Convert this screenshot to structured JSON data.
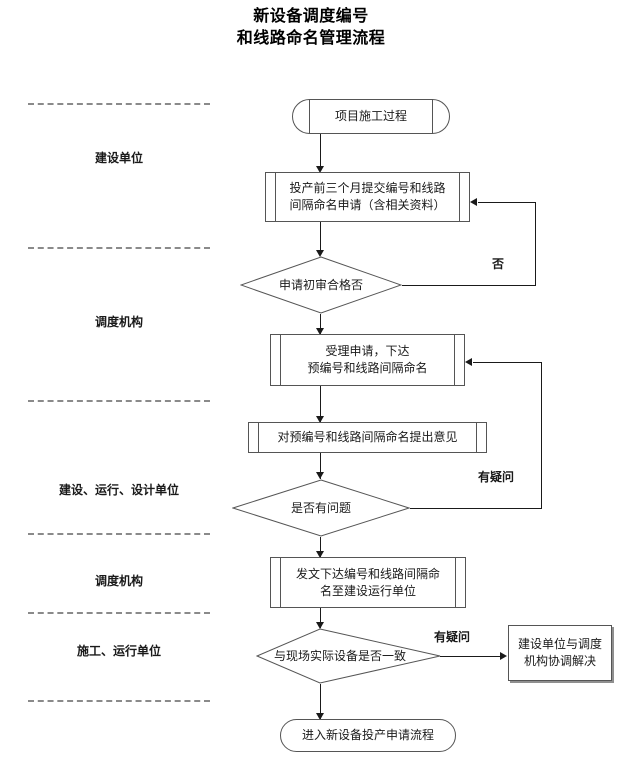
{
  "title": {
    "line1": "新设备调度编号",
    "line2": "和线路命名管理流程"
  },
  "lanes": [
    {
      "label": "建设单位"
    },
    {
      "label": "调度机构"
    },
    {
      "label": "建设、运行、设计单位"
    },
    {
      "label": "调度机构"
    },
    {
      "label": "施工、运行单位"
    }
  ],
  "nodes": {
    "start": "项目施工过程",
    "submit_l1": "投产前三个月提交编号和线路",
    "submit_l2": "间隔命名申请（含相关资料）",
    "review": "申请初审合格否",
    "accept_l1": "受理申请，下达",
    "accept_l2": "预编号和线路间隔命名",
    "opinion": "对预编号和线路间隔命名提出意见",
    "problem": "是否有问题",
    "issue_l1": "发文下达编号和线路间隔命",
    "issue_l2": "名至建设运行单位",
    "verify": "与现场实际设备是否一致",
    "coord_l1": "建设单位与调度",
    "coord_l2": "机构协调解决",
    "end": "进入新设备投产申请流程"
  },
  "edge_labels": {
    "review_no": "否",
    "problem_doubt": "有疑问",
    "verify_doubt": "有疑问"
  },
  "colors": {
    "stroke": "#555555",
    "connector": "#1a1a1a",
    "lane_sep": "#8a8a8a",
    "text": "#1a1a1a",
    "background": "#ffffff"
  }
}
